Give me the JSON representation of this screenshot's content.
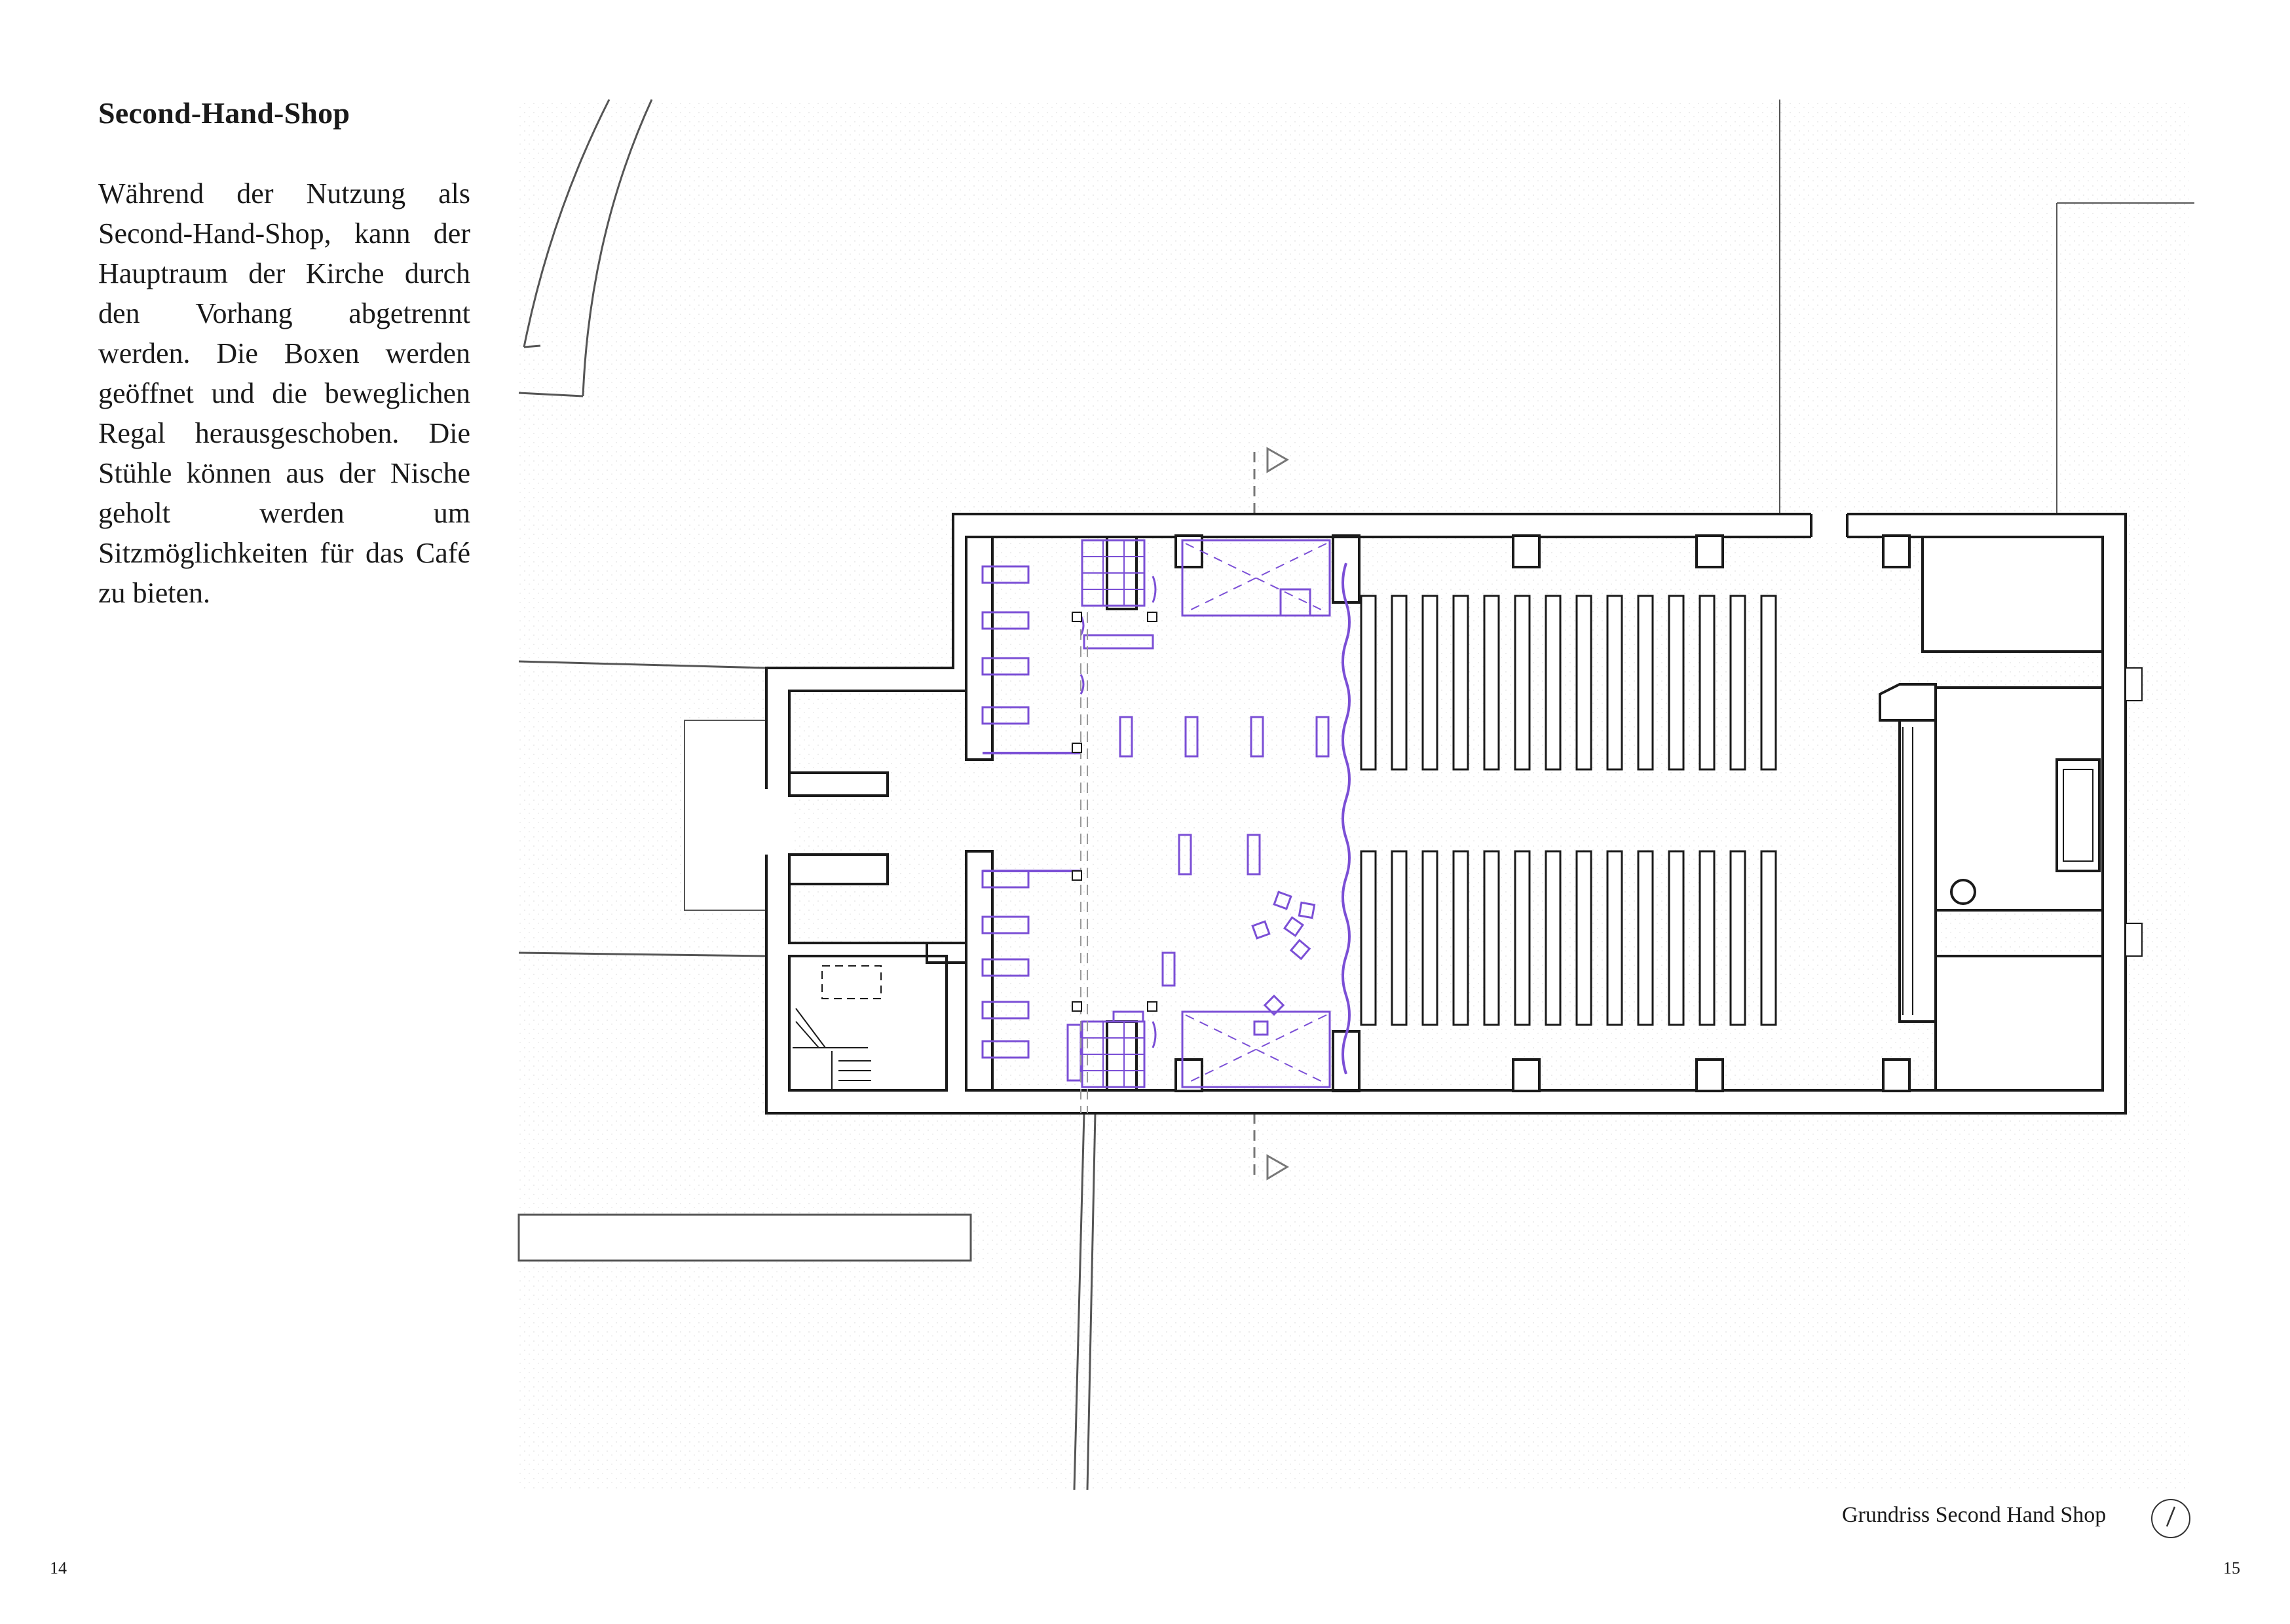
{
  "text": {
    "heading": "Second-Hand-Shop",
    "body": "Während der Nutzung als Second-Hand-Shop, kann der Hauptraum der Kirche durch den Vorhang abgetrennt werden. Die Boxen werden geöffnet und die beweglichen Regal herausgeschoben. Die Stühle können aus der Nische geholt werden um Sitzmöglichkeiten für das Café zu bieten."
  },
  "plan": {
    "caption": "Grundriss Second Hand Shop",
    "icons": {
      "north_arrow": "north-arrow-icon",
      "section_marker": "triangle-marker-icon"
    },
    "colors": {
      "walls": "#1a1a1a",
      "furniture": "#7b4fd6",
      "context": "#555555",
      "hatch": "#f2f2f2"
    }
  },
  "page_numbers": {
    "left": "14",
    "right": "15"
  }
}
